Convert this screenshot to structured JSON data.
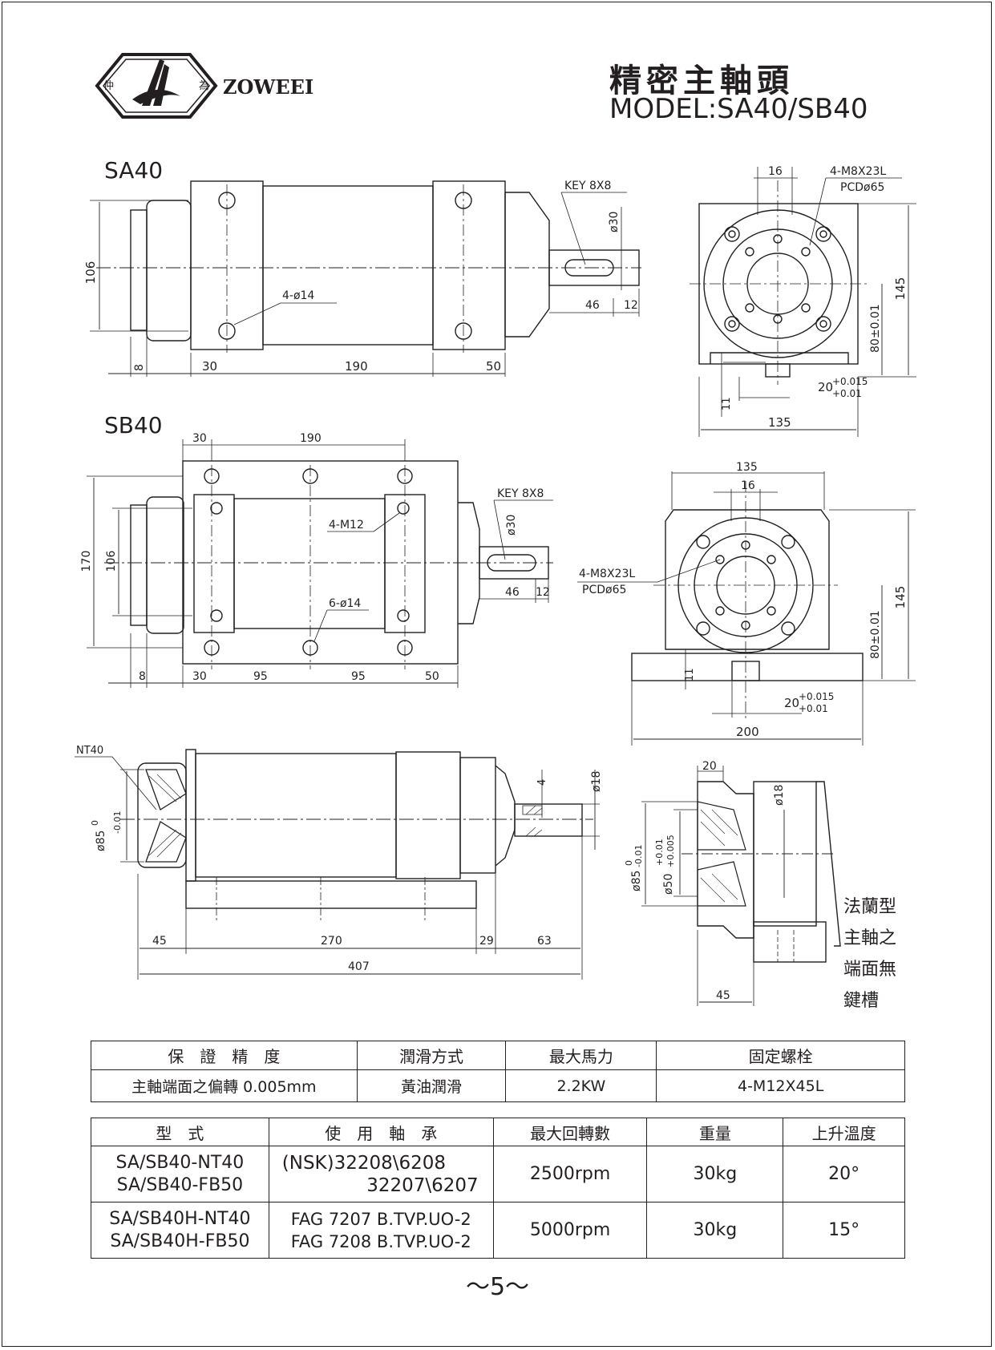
{
  "header": {
    "logo": {
      "char_left": "仲",
      "char_right": "為",
      "brand": "ZOWEEI"
    },
    "title_cn": "精密主軸頭",
    "model": "MODEL:SA40/SB40"
  },
  "views": {
    "sa40": {
      "label": "SA40",
      "key": "KEY 8X8",
      "shaft_dia": "ø30",
      "holes": "4-ø14",
      "height": "106",
      "shaft_len": "46",
      "shaft_end": "12",
      "dims": [
        "8",
        "30",
        "190",
        "50"
      ]
    },
    "sa40_end": {
      "bolt": "4-M8X23L",
      "pcd": "PCDø65",
      "width_top": "16",
      "height": "145",
      "center": "80±0.01",
      "base_h": "11",
      "key_base": "20",
      "tol_top": "+0.015",
      "tol_bottom": "+0.01",
      "width": "135"
    },
    "sb40": {
      "label": "SB40",
      "top_dims": [
        "30",
        "190"
      ],
      "key": "KEY 8X8",
      "shaft_dia": "ø30",
      "tap": "4-M12",
      "holes": "6-ø14",
      "height_outer": "170",
      "height_inner": "106",
      "shaft_len": "46",
      "shaft_end": "12",
      "dims": [
        "8",
        "30",
        "95",
        "95",
        "50"
      ]
    },
    "sb40_end": {
      "width_top": "135",
      "key_w": "16",
      "bolt": "4-M8X23L",
      "pcd": "PCDø65",
      "height": "145",
      "center": "80±0.01",
      "base_h": "11",
      "key_base": "20",
      "tol_top": "+0.015",
      "tol_bottom": "+0.01",
      "width": "200"
    },
    "section": {
      "nose": "NT40",
      "dia": "ø85",
      "dia_tol_top": "0",
      "dia_tol_bottom": "-0.01",
      "key_depth": "4",
      "shaft_dia": "ø18",
      "dims": [
        "45",
        "270",
        "29",
        "63"
      ],
      "total": "407"
    },
    "flange": {
      "width_top": "20",
      "shaft_dia": "ø18",
      "dia_outer": "ø85",
      "dia_outer_tol_top": "0",
      "dia_outer_tol_bottom": "-0.01",
      "dia_inner": "ø50",
      "dia_inner_tol_top": "+0.01",
      "dia_inner_tol_bottom": "+0.005",
      "dim_bottom": "45",
      "note": [
        "法蘭型",
        "主軸之",
        "端面無",
        "鍵槽"
      ]
    }
  },
  "table1": {
    "headers": [
      "保　證　精　度",
      "潤滑方式",
      "最大馬力",
      "固定螺栓"
    ],
    "row": [
      "主軸端面之偏轉 0.005mm",
      "黃油潤滑",
      "2.2KW",
      "4-M12X45L"
    ]
  },
  "table2": {
    "headers": [
      "型　式",
      "使　用　軸　承",
      "最大回轉數",
      "重量",
      "上升溫度"
    ],
    "rows": [
      {
        "models": [
          "SA/SB40-NT40",
          "SA/SB40-FB50"
        ],
        "bearings": [
          "(NSK)32208\\6208",
          "32207\\6207"
        ],
        "rpm": "2500rpm",
        "weight": "30kg",
        "temp": "20°"
      },
      {
        "models": [
          "SA/SB40H-NT40",
          "SA/SB40H-FB50"
        ],
        "bearings": [
          "FAG 7207 B.TVP.UO-2",
          "FAG 7208 B.TVP.UO-2"
        ],
        "rpm": "5000rpm",
        "weight": "30kg",
        "temp": "15°"
      }
    ]
  },
  "page_number": "～5～"
}
